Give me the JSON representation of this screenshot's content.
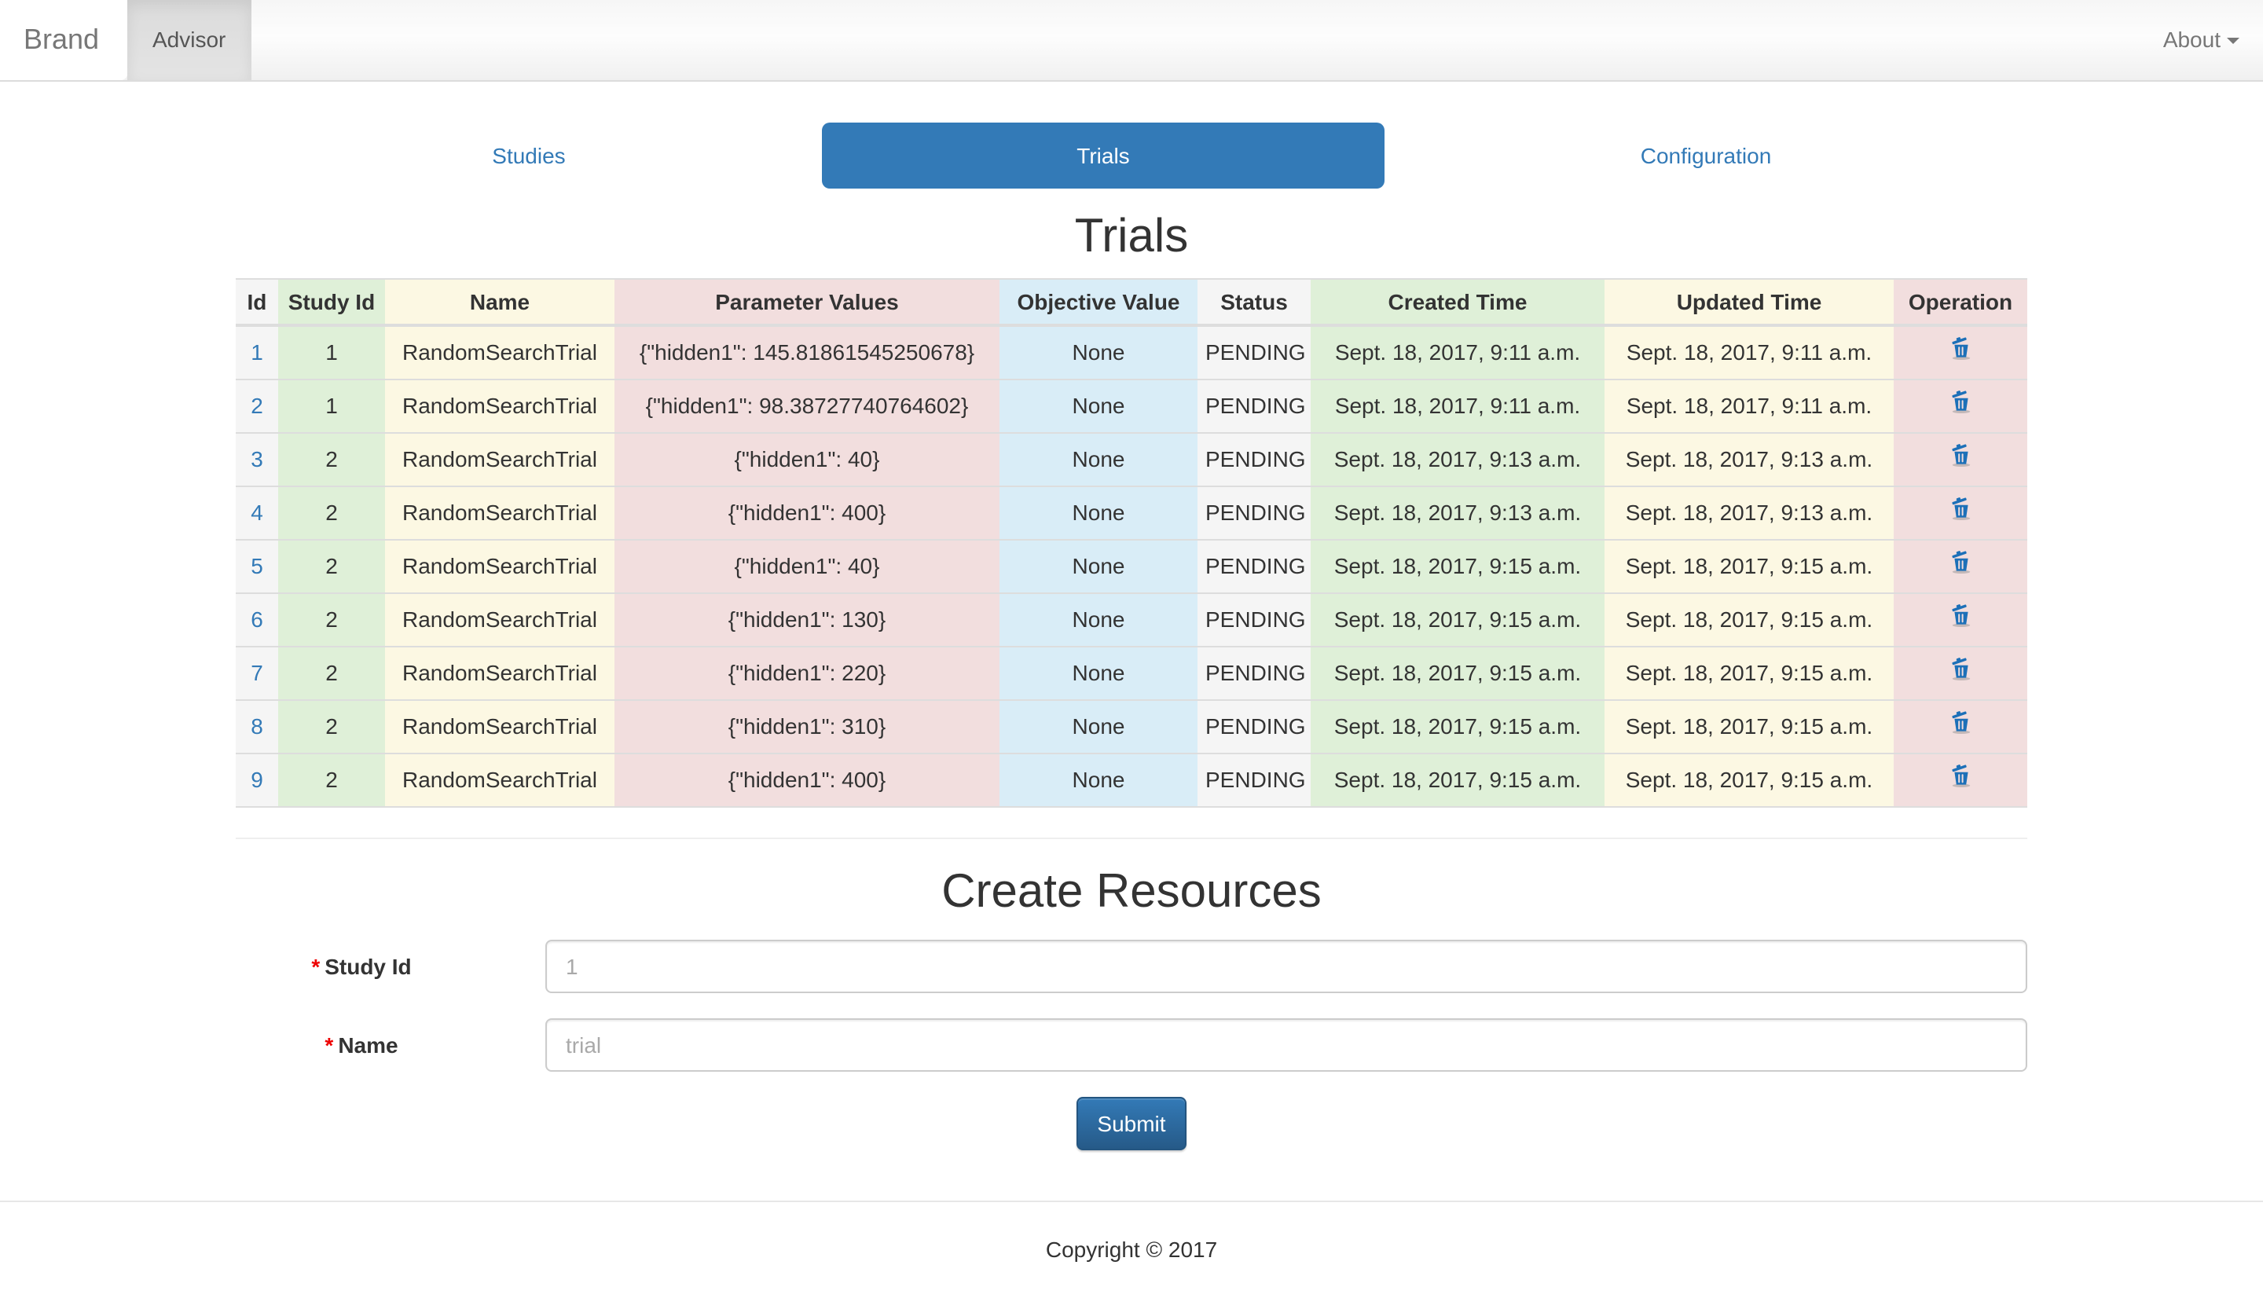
{
  "navbar": {
    "brand": "Brand",
    "active_item": "Advisor",
    "about": "About"
  },
  "tabs": [
    {
      "label": "Studies",
      "active": false
    },
    {
      "label": "Trials",
      "active": true
    },
    {
      "label": "Configuration",
      "active": false
    }
  ],
  "trials": {
    "title": "Trials",
    "columns": [
      {
        "label": "Id",
        "tone": "active"
      },
      {
        "label": "Study Id",
        "tone": "success"
      },
      {
        "label": "Name",
        "tone": "warning"
      },
      {
        "label": "Parameter Values",
        "tone": "danger"
      },
      {
        "label": "Objective Value",
        "tone": "info"
      },
      {
        "label": "Status",
        "tone": "active"
      },
      {
        "label": "Created Time",
        "tone": "success"
      },
      {
        "label": "Updated Time",
        "tone": "warning"
      },
      {
        "label": "Operation",
        "tone": "danger"
      }
    ],
    "operation_icon": "trash-icon",
    "rows": [
      {
        "id": "1",
        "study_id": "1",
        "name": "RandomSearchTrial",
        "params": "{\"hidden1\": 145.81861545250678}",
        "objective": "None",
        "status": "PENDING",
        "created": "Sept. 18, 2017, 9:11 a.m.",
        "updated": "Sept. 18, 2017, 9:11 a.m."
      },
      {
        "id": "2",
        "study_id": "1",
        "name": "RandomSearchTrial",
        "params": "{\"hidden1\": 98.38727740764602}",
        "objective": "None",
        "status": "PENDING",
        "created": "Sept. 18, 2017, 9:11 a.m.",
        "updated": "Sept. 18, 2017, 9:11 a.m."
      },
      {
        "id": "3",
        "study_id": "2",
        "name": "RandomSearchTrial",
        "params": "{\"hidden1\": 40}",
        "objective": "None",
        "status": "PENDING",
        "created": "Sept. 18, 2017, 9:13 a.m.",
        "updated": "Sept. 18, 2017, 9:13 a.m."
      },
      {
        "id": "4",
        "study_id": "2",
        "name": "RandomSearchTrial",
        "params": "{\"hidden1\": 400}",
        "objective": "None",
        "status": "PENDING",
        "created": "Sept. 18, 2017, 9:13 a.m.",
        "updated": "Sept. 18, 2017, 9:13 a.m."
      },
      {
        "id": "5",
        "study_id": "2",
        "name": "RandomSearchTrial",
        "params": "{\"hidden1\": 40}",
        "objective": "None",
        "status": "PENDING",
        "created": "Sept. 18, 2017, 9:15 a.m.",
        "updated": "Sept. 18, 2017, 9:15 a.m."
      },
      {
        "id": "6",
        "study_id": "2",
        "name": "RandomSearchTrial",
        "params": "{\"hidden1\": 130}",
        "objective": "None",
        "status": "PENDING",
        "created": "Sept. 18, 2017, 9:15 a.m.",
        "updated": "Sept. 18, 2017, 9:15 a.m."
      },
      {
        "id": "7",
        "study_id": "2",
        "name": "RandomSearchTrial",
        "params": "{\"hidden1\": 220}",
        "objective": "None",
        "status": "PENDING",
        "created": "Sept. 18, 2017, 9:15 a.m.",
        "updated": "Sept. 18, 2017, 9:15 a.m."
      },
      {
        "id": "8",
        "study_id": "2",
        "name": "RandomSearchTrial",
        "params": "{\"hidden1\": 310}",
        "objective": "None",
        "status": "PENDING",
        "created": "Sept. 18, 2017, 9:15 a.m.",
        "updated": "Sept. 18, 2017, 9:15 a.m."
      },
      {
        "id": "9",
        "study_id": "2",
        "name": "RandomSearchTrial",
        "params": "{\"hidden1\": 400}",
        "objective": "None",
        "status": "PENDING",
        "created": "Sept. 18, 2017, 9:15 a.m.",
        "updated": "Sept. 18, 2017, 9:15 a.m."
      }
    ]
  },
  "create_form": {
    "title": "Create Resources",
    "fields": [
      {
        "label": "Study Id",
        "required": true,
        "placeholder": "1",
        "value": ""
      },
      {
        "label": "Name",
        "required": true,
        "placeholder": "trial",
        "value": ""
      }
    ],
    "submit_label": "Submit"
  },
  "footer": {
    "copyright": "Copyright © 2017"
  },
  "colors": {
    "accent": "#337ab7",
    "trash_icon": "#1d70b8",
    "tone_success": "#dff0d8",
    "tone_warning": "#fcf8e3",
    "tone_danger": "#f2dede",
    "tone_info": "#d9edf7",
    "tone_active": "#f5f5f5"
  }
}
